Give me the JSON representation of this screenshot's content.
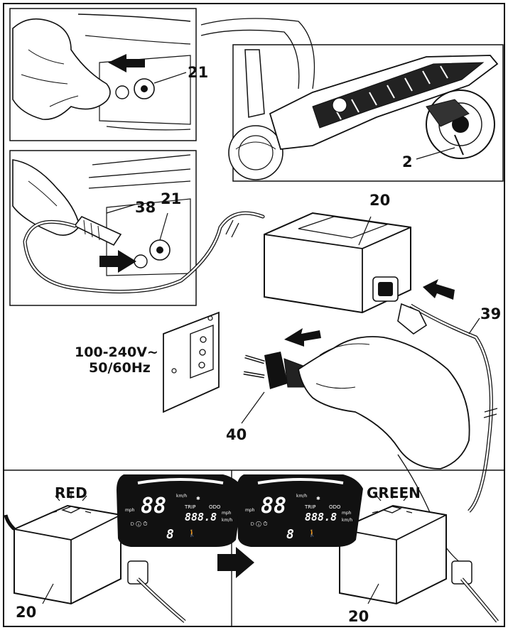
{
  "callouts": {
    "c21_top": "21",
    "c2": "2",
    "c38": "38",
    "c21_mid": "21",
    "c20_top": "20",
    "c39": "39",
    "c40": "40",
    "c20_bl": "20",
    "c20_br": "20"
  },
  "power_spec": {
    "line1": "100-240V~",
    "line2": "50/60Hz"
  },
  "led_labels": {
    "red": "RED",
    "green": "GREEN"
  },
  "dashboard": {
    "speed_digits": "88",
    "speed_unit_top": "km/h",
    "speed_unit_bottom": "mph",
    "trip_label": "TRIP",
    "odo_label": "ODO",
    "odo_digits": "888.8",
    "odo_unit_top": "mph",
    "odo_unit_bottom": "km/h",
    "gear_digit": "8"
  },
  "colors": {
    "line": "#111111",
    "dashboard_bg": "#111111",
    "arrow": "#111111"
  }
}
